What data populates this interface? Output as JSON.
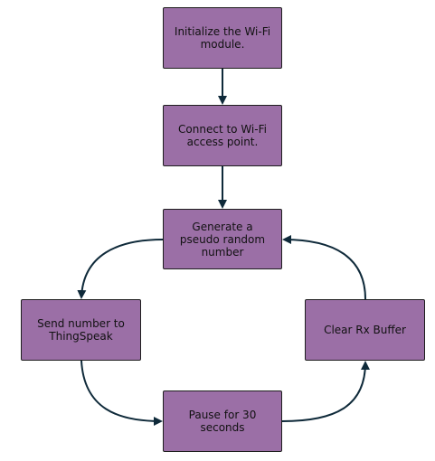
{
  "diagram": {
    "type": "flowchart",
    "colors": {
      "node_fill": "#9b6fa6",
      "node_border": "#1e1e1e",
      "edge": "#0f2a3a"
    },
    "nodes": [
      {
        "id": "init",
        "label": "Initialize the Wi-Fi module."
      },
      {
        "id": "connect",
        "label": "Connect to Wi-Fi access point."
      },
      {
        "id": "generate",
        "label": "Generate a pseudo random number"
      },
      {
        "id": "send",
        "label": "Send number to ThingSpeak"
      },
      {
        "id": "pause",
        "label": "Pause for 30 seconds"
      },
      {
        "id": "clear",
        "label": "Clear Rx Buffer"
      }
    ],
    "edges": [
      {
        "from": "init",
        "to": "connect"
      },
      {
        "from": "connect",
        "to": "generate"
      },
      {
        "from": "generate",
        "to": "send"
      },
      {
        "from": "send",
        "to": "pause"
      },
      {
        "from": "pause",
        "to": "clear"
      },
      {
        "from": "clear",
        "to": "generate"
      }
    ]
  }
}
